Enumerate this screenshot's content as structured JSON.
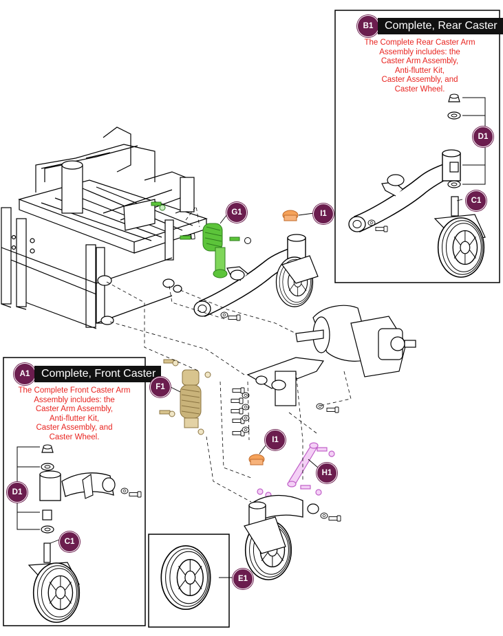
{
  "rear_box": {
    "callout": "B1",
    "title": "Complete, Rear Caster",
    "description": [
      "The Complete Rear Caster Arm",
      "Assembly includes: the",
      "Caster Arm Assembly,",
      "Anti-flutter Kit,",
      "Caster Assembly, and",
      "Caster Wheel."
    ],
    "part_callouts": {
      "d": "D1",
      "c": "C1"
    }
  },
  "front_box": {
    "callout": "A1",
    "title": "Complete, Front Caster",
    "description": [
      "The Complete Front Caster Arm",
      "Assembly includes: the",
      "Caster Arm Assembly,",
      "Anti-flutter Kit,",
      "Caster Assembly, and",
      "Caster Wheel."
    ],
    "part_callouts": {
      "d": "D1",
      "c": "C1"
    }
  },
  "wheel_box": {
    "callout": "E1"
  },
  "main_callouts": {
    "g": "G1",
    "i_top": "I1",
    "f": "F1",
    "i_bottom": "I1",
    "h": "H1"
  },
  "colors": {
    "callout": "#6b1d4e",
    "description_text": "#e8231f",
    "banner": "#111111",
    "highlight_green": "#5cc43a",
    "highlight_tan": "#c9b37a",
    "highlight_orange": "#f5a25a",
    "highlight_magenta": "#c060c8"
  }
}
